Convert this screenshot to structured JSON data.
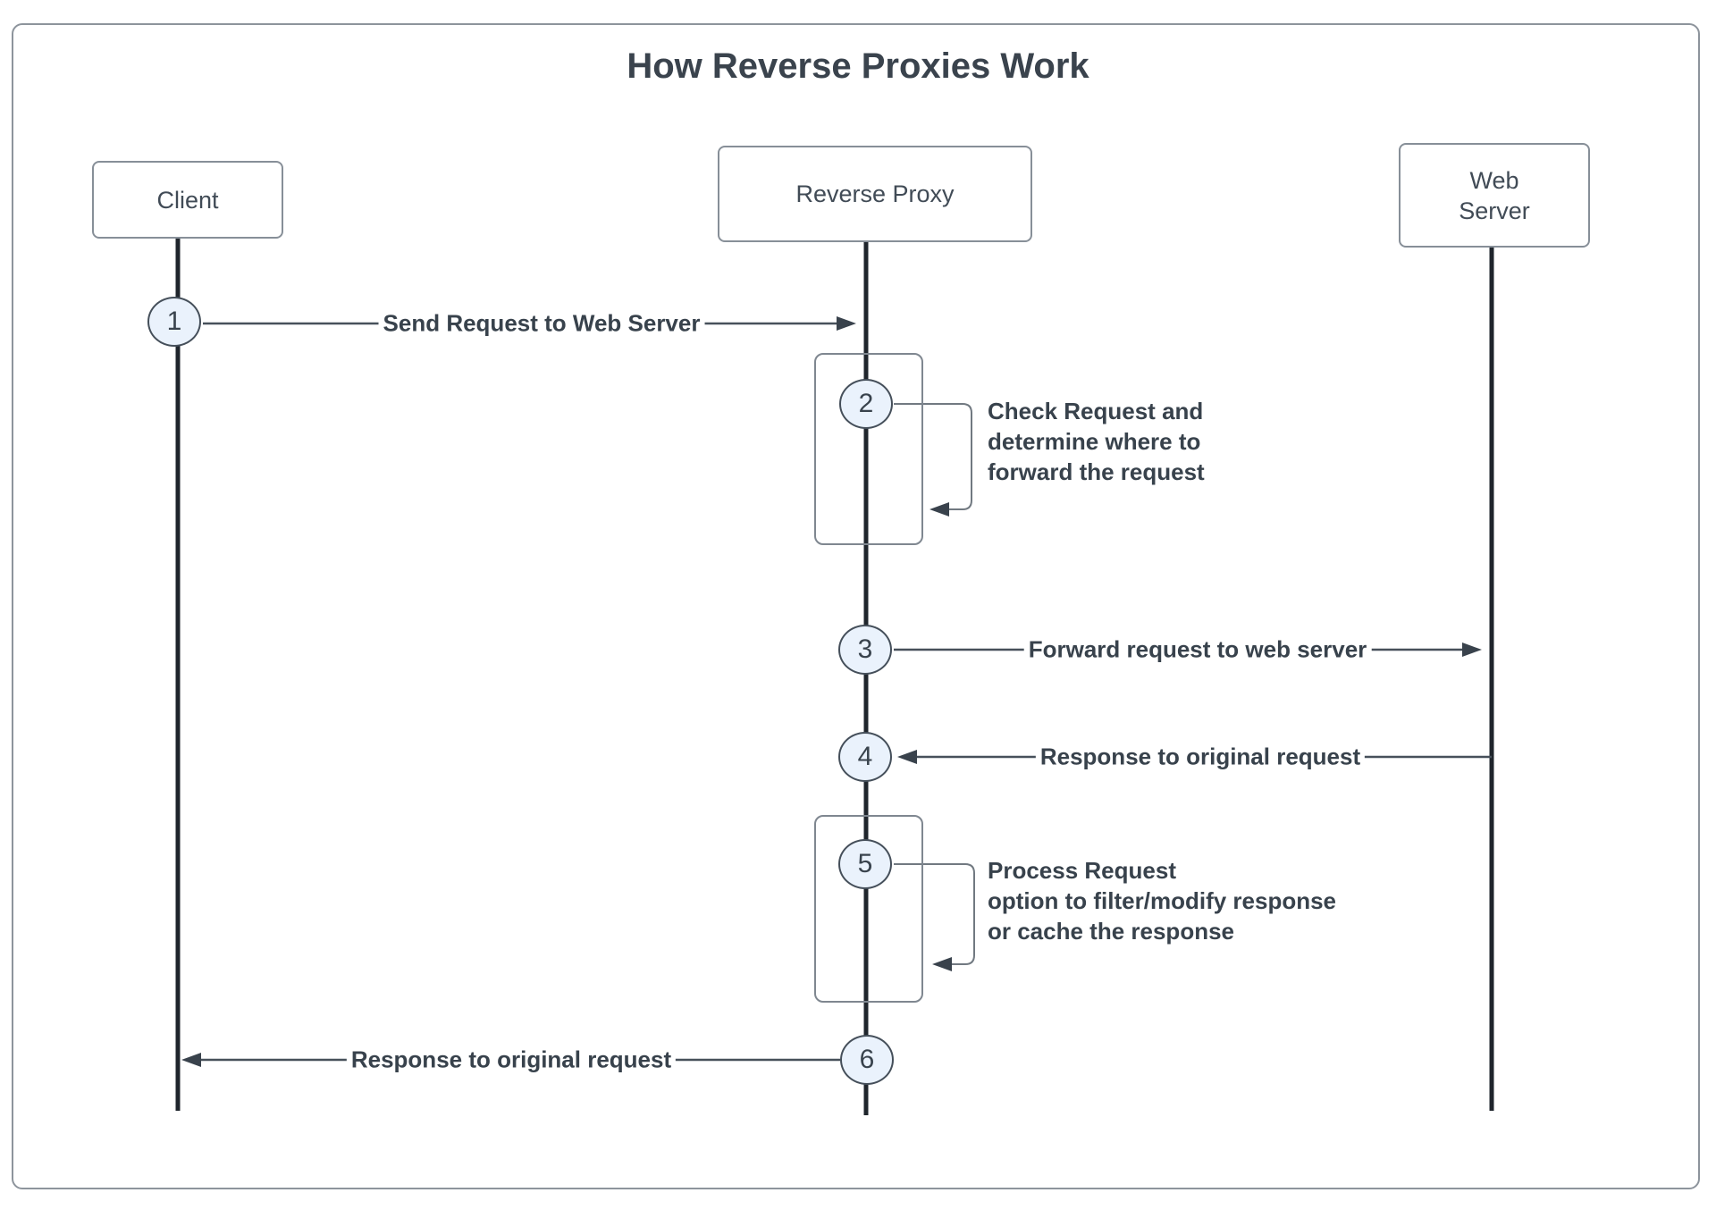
{
  "title": "How Reverse Proxies Work",
  "actors": {
    "client": "Client",
    "reverse_proxy": "Reverse Proxy",
    "web_server": [
      "Web",
      "Server"
    ]
  },
  "steps": [
    "1",
    "2",
    "3",
    "4",
    "5",
    "6"
  ],
  "messages": {
    "send_request": "Send Request to Web Server",
    "forward_request": "Forward request to web server",
    "response_from_server": "Response to original request",
    "response_to_client": "Response to original request"
  },
  "notes": {
    "check_request": [
      "Check Request and",
      "determine where to",
      "forward the request"
    ],
    "process_request": [
      "Process Request",
      "option to filter/modify response",
      "or cache the response"
    ]
  },
  "colors": {
    "circle_fill": "#eaf2fc",
    "lifeline_dark": "#1f252c",
    "text_dark": "#3a434d",
    "border_gray": "#8d949c"
  }
}
